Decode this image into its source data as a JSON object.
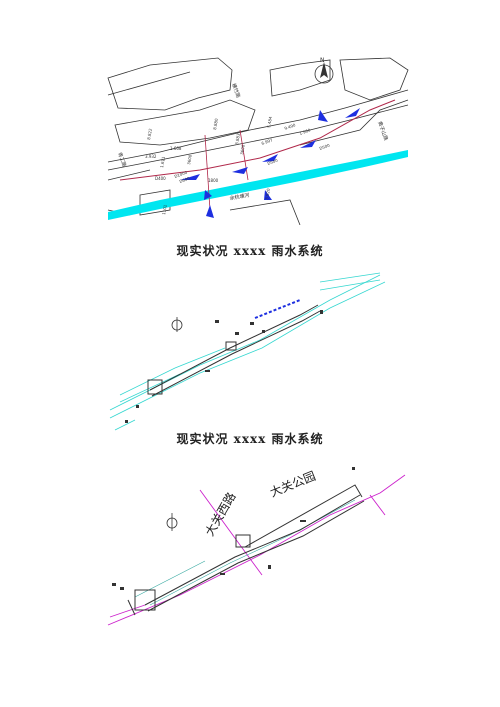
{
  "captions": [
    "现实状况 xxxx 雨水系统",
    "现实状况 xxxx 雨水系统"
  ],
  "figure1": {
    "road_labels": [
      "横竹路",
      "青工路",
      "黄子山路"
    ],
    "river_label": "余杭塘河",
    "elevation_labels": [
      "8.822",
      "1.668",
      "3.932",
      "1.611",
      "8.880",
      "3.883",
      "5.484",
      "9.490",
      "6.997",
      "1.960"
    ],
    "pipe_labels": [
      "3600",
      "3600",
      "D600",
      "D1000",
      "D400",
      "1800",
      "D500",
      "D500",
      "1101",
      "3.920"
    ],
    "north": "N"
  },
  "figure3": {
    "road_labels": [
      "大关西路",
      "大关公园"
    ]
  },
  "colors": {
    "road": "#333333",
    "river": "#00e6f0",
    "pipe": "#1d2fe0",
    "trunk": "#b0284a",
    "figure2_line": "#35d7d0",
    "figure3_line": "#cc22cc"
  }
}
